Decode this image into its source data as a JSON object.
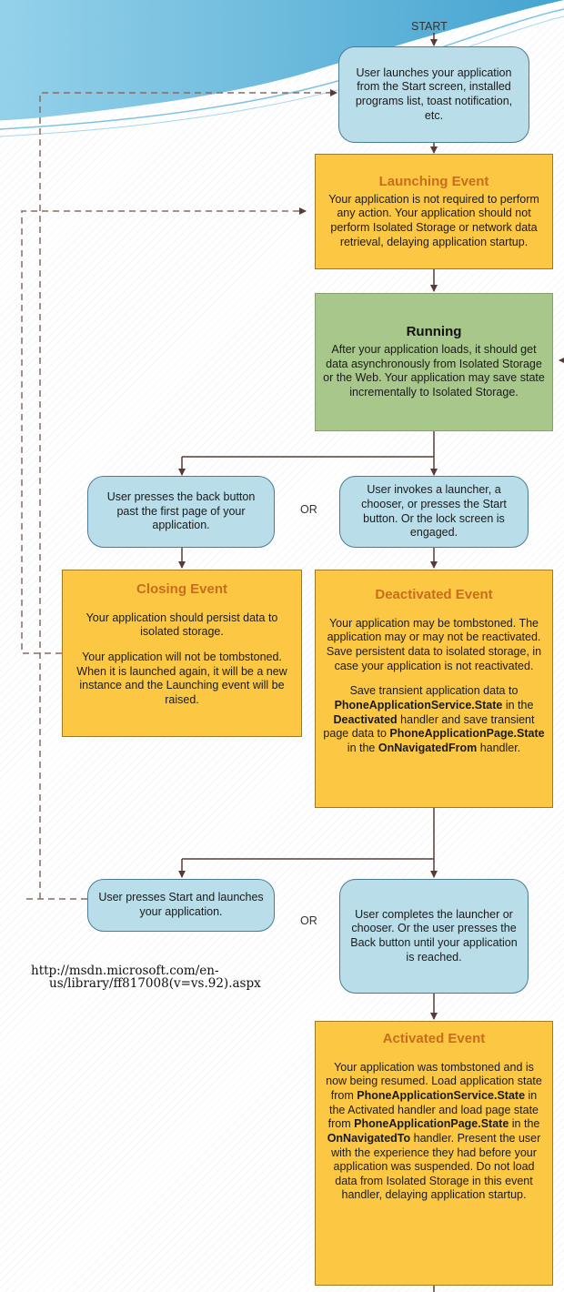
{
  "start_label": "START",
  "or_label": "OR",
  "nodes": {
    "launch": {
      "text": "User launches your application from the Start screen, installed programs list, toast notification, etc."
    },
    "launching": {
      "title": "Launching Event",
      "body": "Your application is not required to perform any action. Your application should not perform Isolated Storage or network data retrieval, delaying application startup."
    },
    "running": {
      "title": "Running",
      "body": "After your application loads, it should get data asynchronously from Isolated Storage or the Web. Your application may save state incrementally to Isolated Storage."
    },
    "back_press": {
      "text": "User presses the back button past the first page of your application."
    },
    "invoke_launcher": {
      "text": "User invokes a launcher, a chooser, or presses the Start button. Or the lock screen is engaged."
    },
    "closing": {
      "title": "Closing Event",
      "p1": "Your application should persist data to isolated storage.",
      "p2": "Your application will not be tombstoned. When it is launched again, it will be a new instance and the Launching event will be raised."
    },
    "deactivated": {
      "title": "Deactivated Event",
      "p1": "Your application may be tombstoned. The application may or may not be reactivated. Save persistent data to isolated storage, in case your application is not reactivated.",
      "p2_a": "Save transient application data to",
      "p2_b": "PhoneApplicationService.State",
      "p2_c": " in the ",
      "p2_d": "Deactivated",
      "p2_e": " handler and save transient page data to ",
      "p2_f": "PhoneApplicationPage.State",
      "p2_g": " in the ",
      "p2_h": "OnNavigatedFrom",
      "p2_i": " handler."
    },
    "start_relaunch": {
      "text": "User presses Start and launches your application."
    },
    "complete_launcher": {
      "text": "User completes the launcher or chooser. Or the user presses the Back button until your application is reached."
    },
    "activated": {
      "title": "Activated Event",
      "a": "Your application was tombstoned and is now being resumed. Load application state from ",
      "b": "PhoneApplicationService.State",
      "c": " in the Activated handler and load page state from ",
      "d": "PhoneApplicationPage.State",
      "e": " in the ",
      "f": "OnNavigatedTo",
      "g": " handler. Present the user with the experience they had before your application was suspended. Do not load data from Isolated Storage in this event handler, delaying application startup."
    }
  },
  "source_url_line1": "http://msdn.microsoft.com/en-",
  "source_url_line2": "us/library/ff817008(v=vs.92).aspx",
  "colors": {
    "decision_fill": "#b9dde9",
    "event_fill": "#fcc843",
    "running_fill": "#a7c78b",
    "event_title": "#c96d1c",
    "connector": "#5a3a36"
  }
}
